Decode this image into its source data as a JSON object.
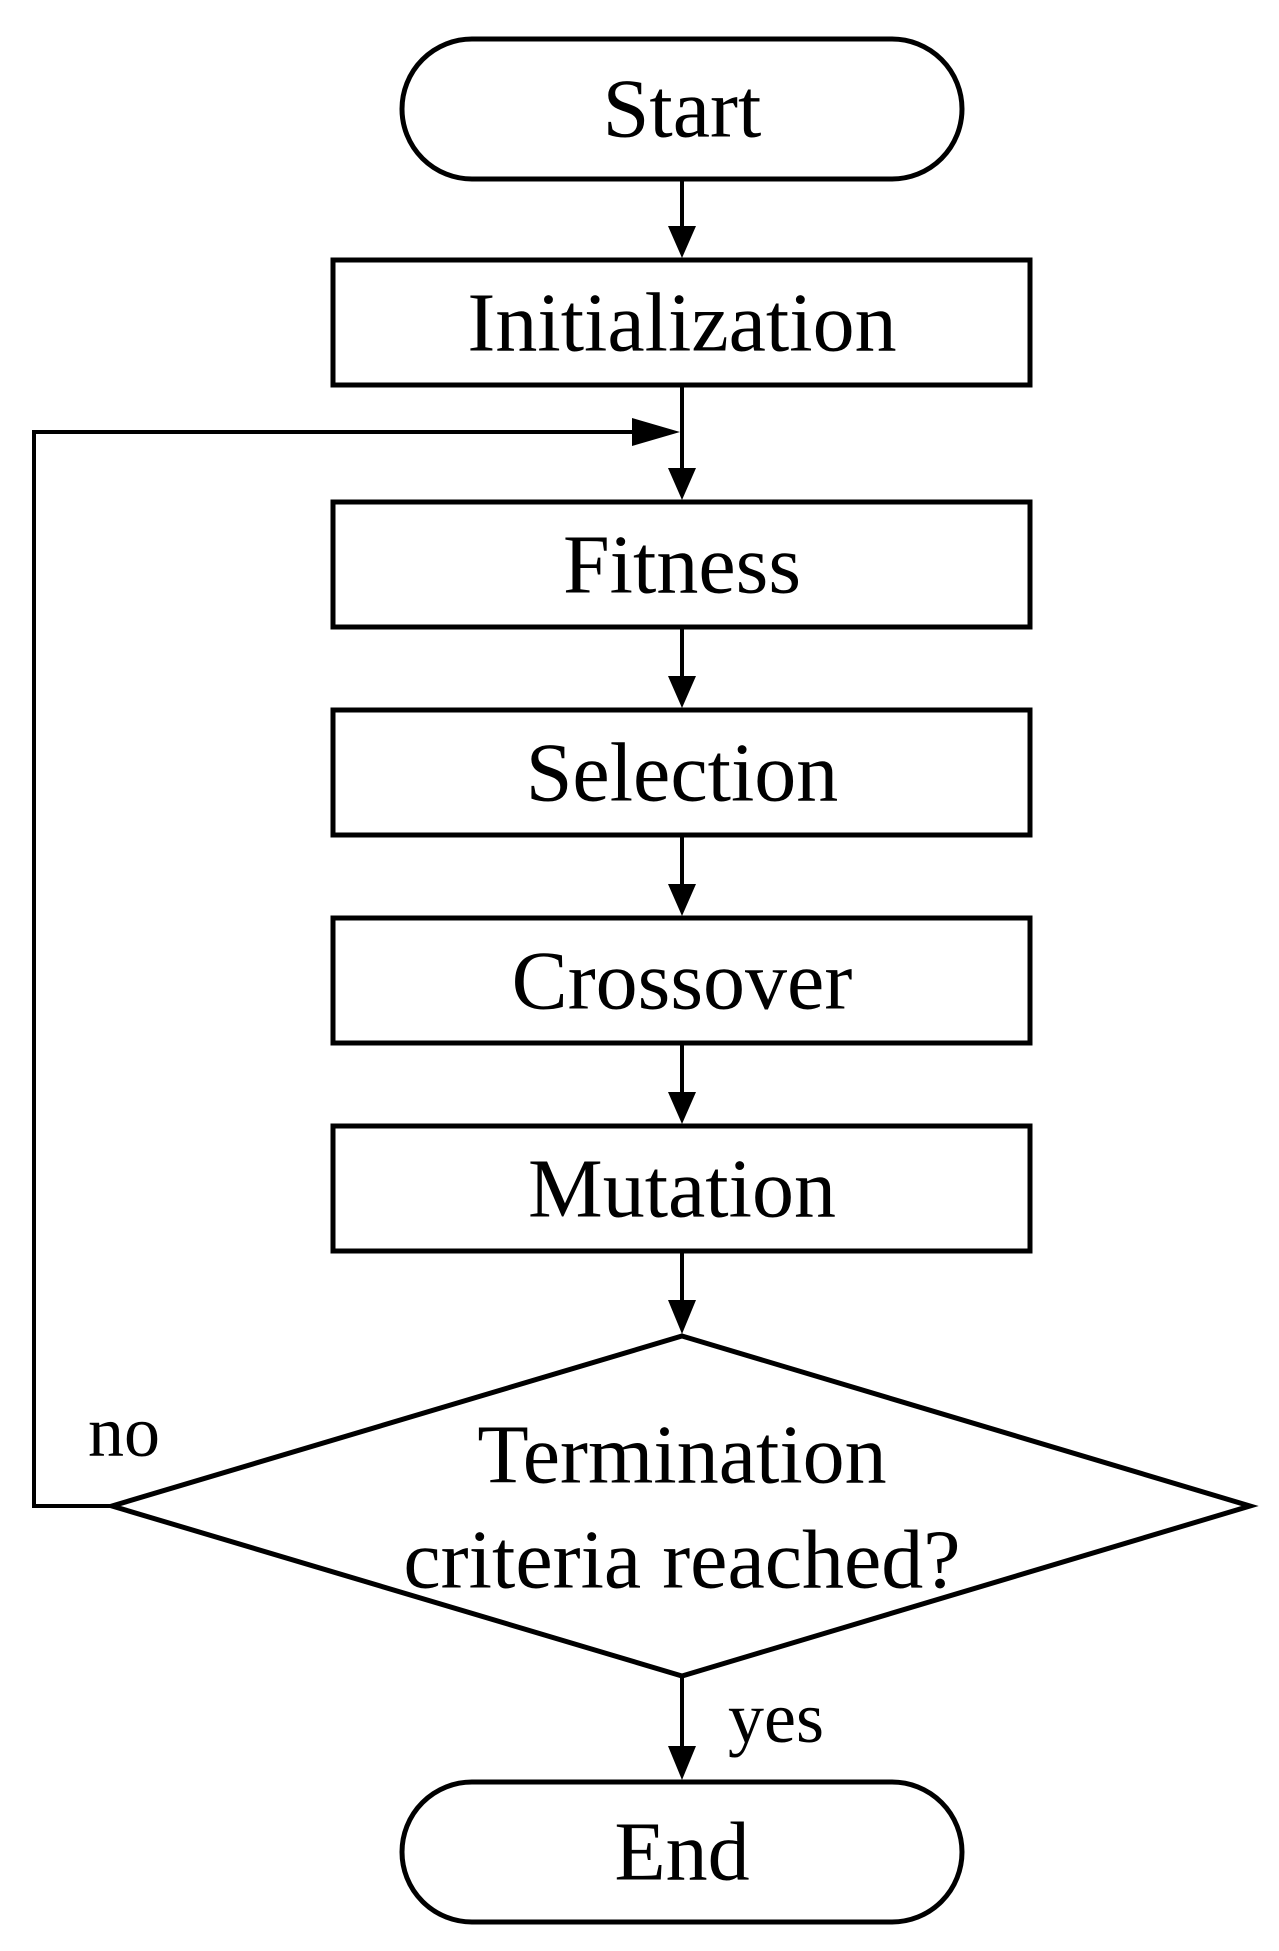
{
  "flowchart": {
    "start": "Start",
    "initialization": "Initialization",
    "fitness": "Fitness",
    "selection": "Selection",
    "crossover": "Crossover",
    "mutation": "Mutation",
    "decision_line1": "Termination",
    "decision_line2": "criteria reached?",
    "no_label": "no",
    "yes_label": "yes",
    "end": "End"
  }
}
